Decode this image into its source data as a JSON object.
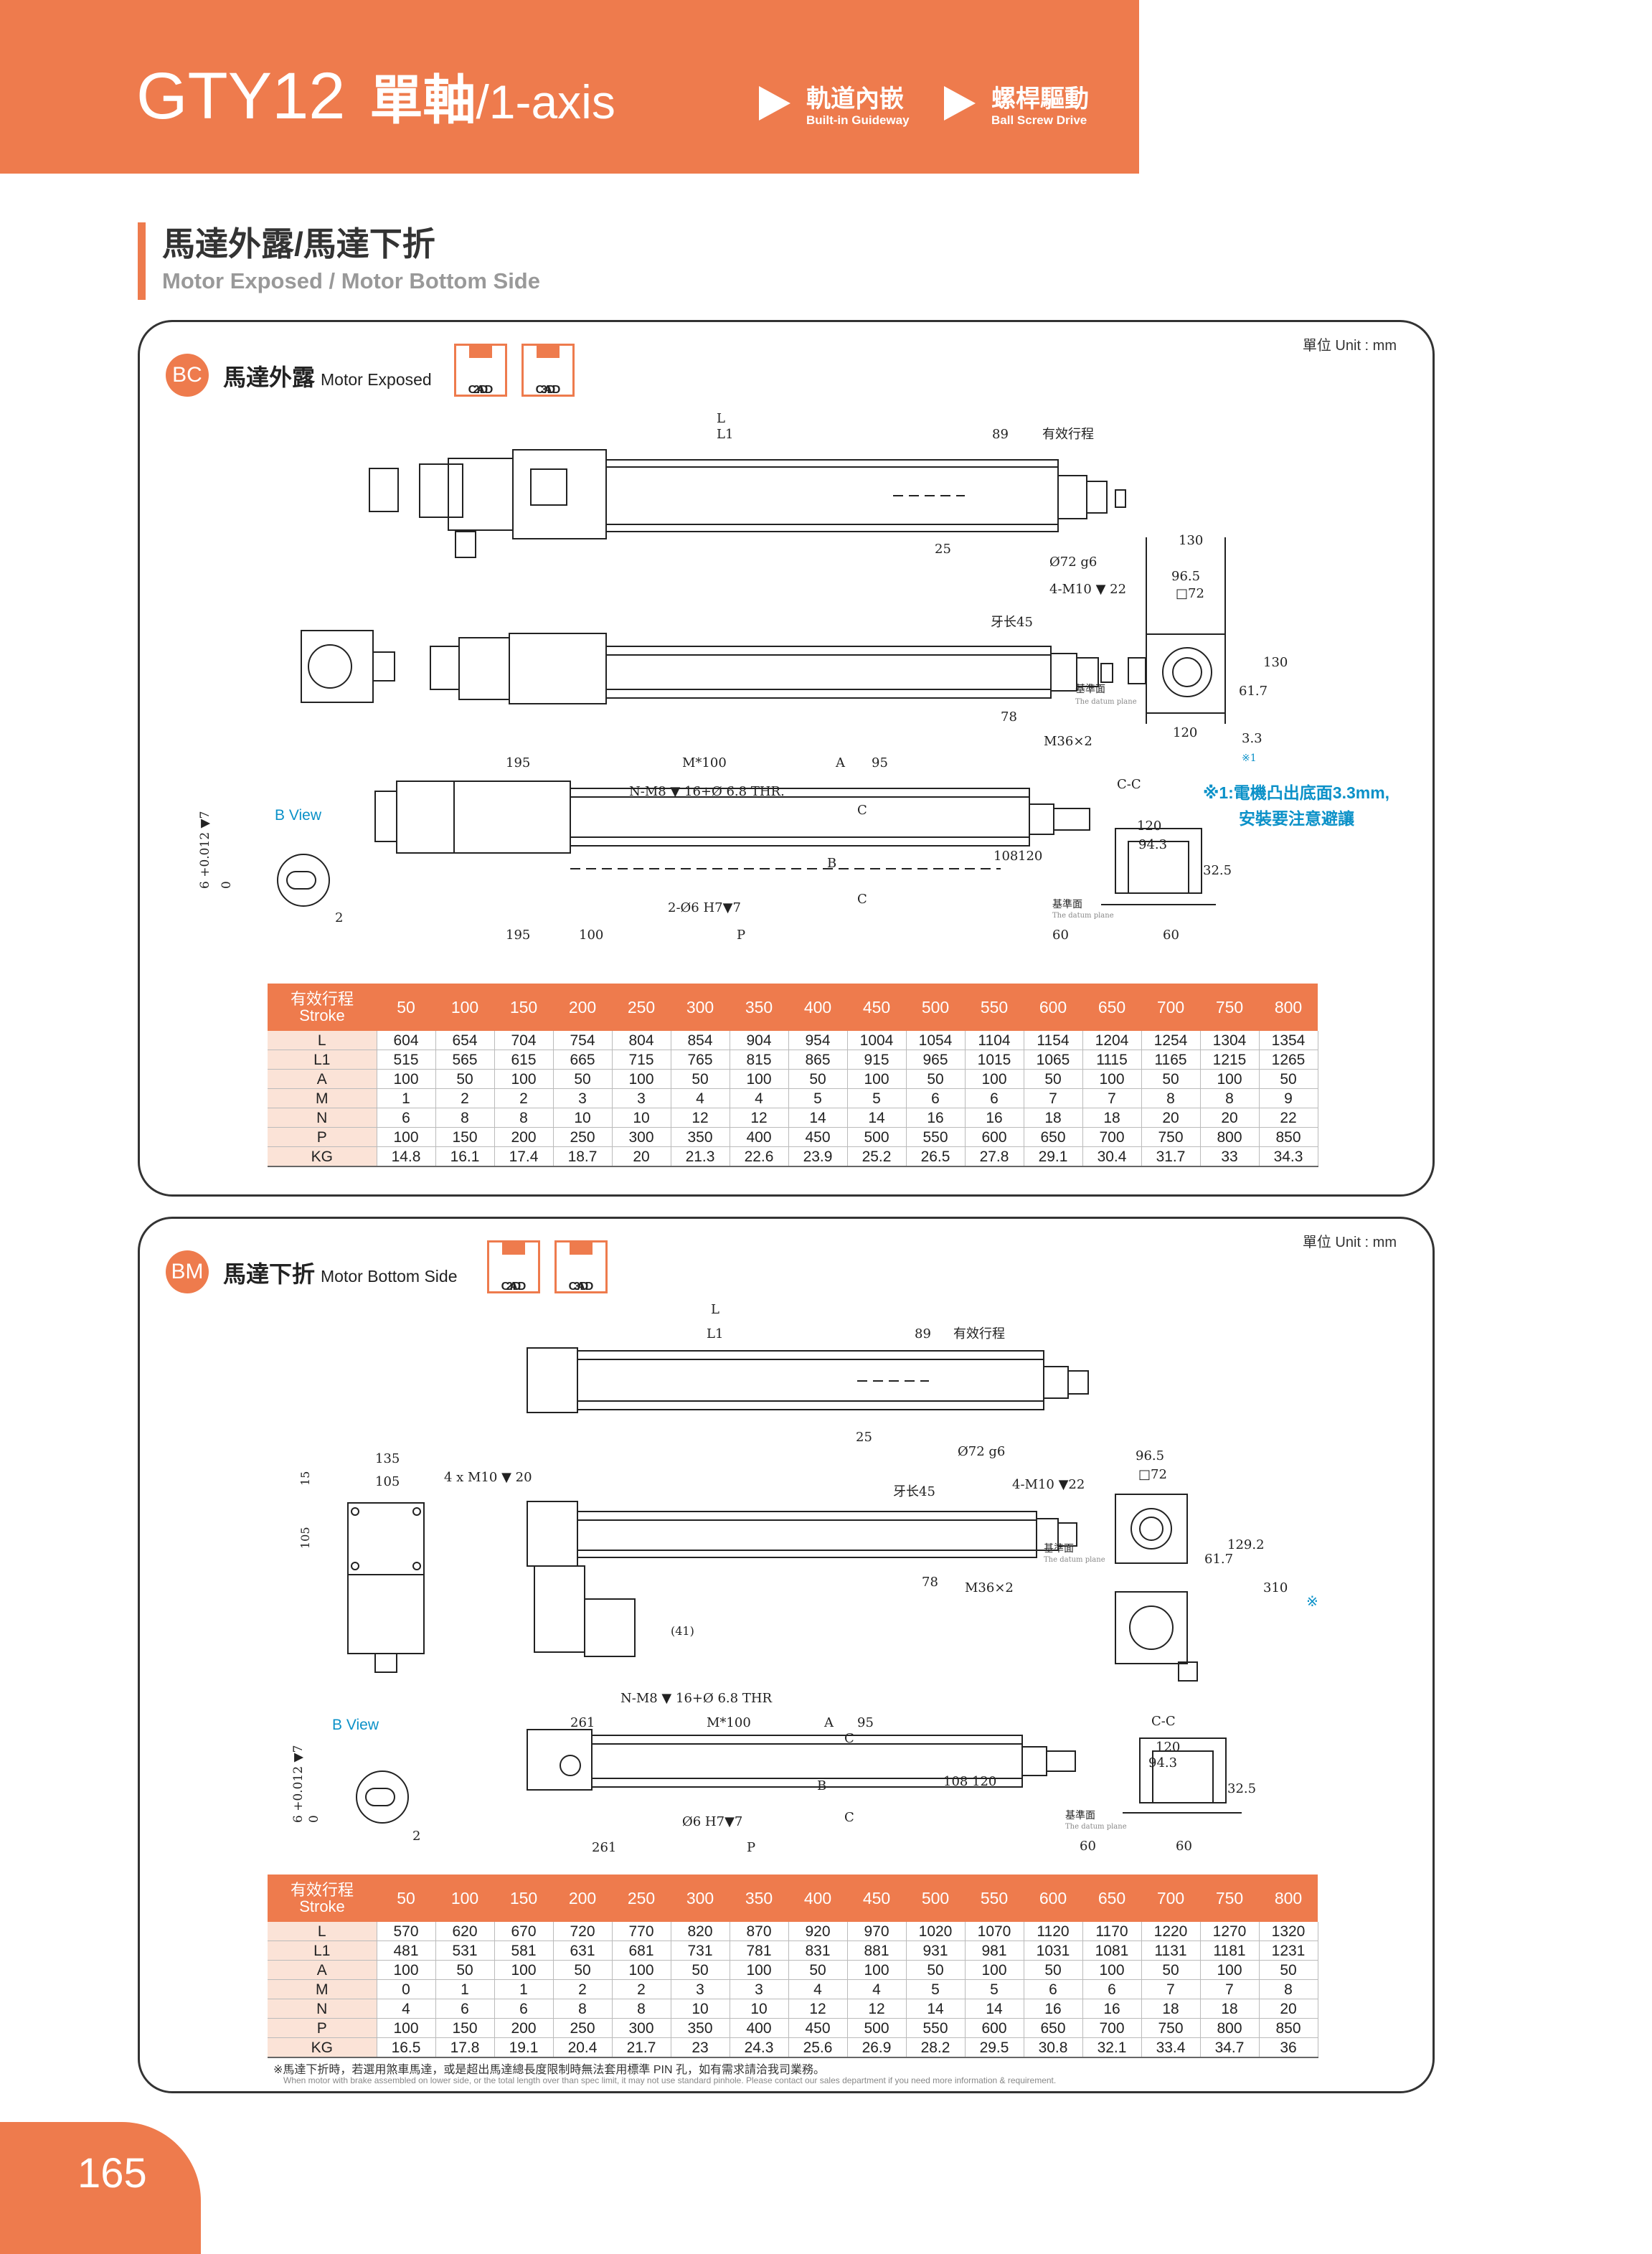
{
  "header": {
    "model": "GTY12",
    "title_cn": "單軸",
    "title_en": "/1-axis",
    "tags": [
      {
        "cn": "軌道內嵌",
        "en": "Built-in Guideway"
      },
      {
        "cn": "螺桿驅動",
        "en": "Ball Screw Drive"
      }
    ]
  },
  "section": {
    "cn": "馬達外露/馬達下折",
    "en": "Motor Exposed / Motor Bottom Side"
  },
  "unit_label": "單位 Unit : mm",
  "cad_labels": {
    "line1_2d": "2D",
    "line1_3d": "3D",
    "line2": "CAD"
  },
  "panel_bc": {
    "badge": "BC",
    "title_cn": "馬達外露",
    "title_en": "Motor Exposed",
    "note_line1": "※1:電機凸出底面3.3mm,",
    "note_line2": "安裝要注意避讓",
    "dims": {
      "L": "L",
      "L1": "L1",
      "d89": "89",
      "stroke": "有效行程",
      "d25": "25",
      "phi72": "Ø72 g6",
      "d130": "130",
      "d965": "96.5",
      "sq72": "□72",
      "m10": "4-M10 ▼ 22",
      "thread45": "牙长45",
      "d78": "78",
      "m36": "M36×2",
      "d120": "120",
      "d617": "61.7",
      "d130v": "130",
      "d33": "3.3",
      "x1": "※1",
      "datum": "基準面",
      "datum_en": "The datum plane",
      "d195": "195",
      "m100": "M*100",
      "dA": "A",
      "d95": "95",
      "nm8": "N-M8 ▼ 16+Ø 6.8 THR.",
      "cC": "C",
      "bB": "B",
      "d108": "108",
      "d120v": "120",
      "phi6": "2-Ø6 H7▼7",
      "d100": "100",
      "dP": "P",
      "cc": "C-C",
      "d1201": "120",
      "d943": "94.3",
      "d325": "32.5",
      "d60": "60",
      "d60b": "60",
      "bview": "B View",
      "tol": "6 +0.012 ▼7",
      "tol0": "0",
      "d2": "2"
    },
    "table": {
      "header_cn": "有效行程",
      "header_en": "Stroke",
      "strokes": [
        "50",
        "100",
        "150",
        "200",
        "250",
        "300",
        "350",
        "400",
        "450",
        "500",
        "550",
        "600",
        "650",
        "700",
        "750",
        "800"
      ],
      "rows": [
        {
          "label": "L",
          "values": [
            "604",
            "654",
            "704",
            "754",
            "804",
            "854",
            "904",
            "954",
            "1004",
            "1054",
            "1104",
            "1154",
            "1204",
            "1254",
            "1304",
            "1354"
          ]
        },
        {
          "label": "L1",
          "values": [
            "515",
            "565",
            "615",
            "665",
            "715",
            "765",
            "815",
            "865",
            "915",
            "965",
            "1015",
            "1065",
            "1115",
            "1165",
            "1215",
            "1265"
          ]
        },
        {
          "label": "A",
          "values": [
            "100",
            "50",
            "100",
            "50",
            "100",
            "50",
            "100",
            "50",
            "100",
            "50",
            "100",
            "50",
            "100",
            "50",
            "100",
            "50"
          ]
        },
        {
          "label": "M",
          "values": [
            "1",
            "2",
            "2",
            "3",
            "3",
            "4",
            "4",
            "5",
            "5",
            "6",
            "6",
            "7",
            "7",
            "8",
            "8",
            "9"
          ]
        },
        {
          "label": "N",
          "values": [
            "6",
            "8",
            "8",
            "10",
            "10",
            "12",
            "12",
            "14",
            "14",
            "16",
            "16",
            "18",
            "18",
            "20",
            "20",
            "22"
          ]
        },
        {
          "label": "P",
          "values": [
            "100",
            "150",
            "200",
            "250",
            "300",
            "350",
            "400",
            "450",
            "500",
            "550",
            "600",
            "650",
            "700",
            "750",
            "800",
            "850"
          ]
        },
        {
          "label": "KG",
          "values": [
            "14.8",
            "16.1",
            "17.4",
            "18.7",
            "20",
            "21.3",
            "22.6",
            "23.9",
            "25.2",
            "26.5",
            "27.8",
            "29.1",
            "30.4",
            "31.7",
            "33",
            "34.3"
          ]
        }
      ]
    }
  },
  "panel_bm": {
    "badge": "BM",
    "title_cn": "馬達下折",
    "title_en": "Motor Bottom Side",
    "asterisk": "※",
    "dims": {
      "L": "L",
      "L1": "L1",
      "d89": "89",
      "stroke": "有效行程",
      "d25": "25",
      "phi72": "Ø72 g6",
      "d135": "135",
      "d105": "105",
      "m10a": "4 x M10 ▼ 20",
      "d15": "15",
      "d105v": "105",
      "thread45": "牙长45",
      "m10b": "4-M10 ▼22",
      "d965": "96.5",
      "sq72": "□72",
      "d617": "61.7",
      "d1292": "129.2",
      "d310": "310",
      "d78": "78",
      "m36": "M36×2",
      "d41": "(41)",
      "datum": "基準面",
      "datum_en": "The datum plane",
      "nm8": "N-M8 ▼ 16+Ø 6.8 THR",
      "d261": "261",
      "m100": "M*100",
      "dA": "A",
      "d95": "95",
      "cC": "C",
      "bB": "B",
      "d108": "108",
      "d120v": "120",
      "phi6": "Ø6 H7▼7",
      "d261b": "261",
      "dP": "P",
      "cc": "C-C",
      "d120": "120",
      "d943": "94.3",
      "d325": "32.5",
      "d60": "60",
      "d60b": "60",
      "bview": "B View",
      "tol": "6 +0.012 ▼7",
      "tol0": "0",
      "d2": "2"
    },
    "table": {
      "header_cn": "有效行程",
      "header_en": "Stroke",
      "strokes": [
        "50",
        "100",
        "150",
        "200",
        "250",
        "300",
        "350",
        "400",
        "450",
        "500",
        "550",
        "600",
        "650",
        "700",
        "750",
        "800"
      ],
      "rows": [
        {
          "label": "L",
          "values": [
            "570",
            "620",
            "670",
            "720",
            "770",
            "820",
            "870",
            "920",
            "970",
            "1020",
            "1070",
            "1120",
            "1170",
            "1220",
            "1270",
            "1320"
          ]
        },
        {
          "label": "L1",
          "values": [
            "481",
            "531",
            "581",
            "631",
            "681",
            "731",
            "781",
            "831",
            "881",
            "931",
            "981",
            "1031",
            "1081",
            "1131",
            "1181",
            "1231"
          ]
        },
        {
          "label": "A",
          "values": [
            "100",
            "50",
            "100",
            "50",
            "100",
            "50",
            "100",
            "50",
            "100",
            "50",
            "100",
            "50",
            "100",
            "50",
            "100",
            "50"
          ]
        },
        {
          "label": "M",
          "values": [
            "0",
            "1",
            "1",
            "2",
            "2",
            "3",
            "3",
            "4",
            "4",
            "5",
            "5",
            "6",
            "6",
            "7",
            "7",
            "8"
          ]
        },
        {
          "label": "N",
          "values": [
            "4",
            "6",
            "6",
            "8",
            "8",
            "10",
            "10",
            "12",
            "12",
            "14",
            "14",
            "16",
            "16",
            "18",
            "18",
            "20"
          ]
        },
        {
          "label": "P",
          "values": [
            "100",
            "150",
            "200",
            "250",
            "300",
            "350",
            "400",
            "450",
            "500",
            "550",
            "600",
            "650",
            "700",
            "750",
            "800",
            "850"
          ]
        },
        {
          "label": "KG",
          "values": [
            "16.5",
            "17.8",
            "19.1",
            "20.4",
            "21.7",
            "23",
            "24.3",
            "25.6",
            "26.9",
            "28.2",
            "29.5",
            "30.8",
            "32.1",
            "33.4",
            "34.7",
            "36"
          ]
        }
      ]
    },
    "footnote_cn": "※馬達下折時，若選用煞車馬達，或是超出馬達總長度限制時無法套用標準 PIN 孔，如有需求請洽我司業務。",
    "footnote_en": "When motor with brake assembled on lower side, or the total length over than spec limit, it may not use standard pinhole. Please contact our sales department if you need more information & requirement."
  },
  "page_number": "165",
  "colors": {
    "accent": "#ee7b4d",
    "note_blue": "#0b91c8"
  }
}
